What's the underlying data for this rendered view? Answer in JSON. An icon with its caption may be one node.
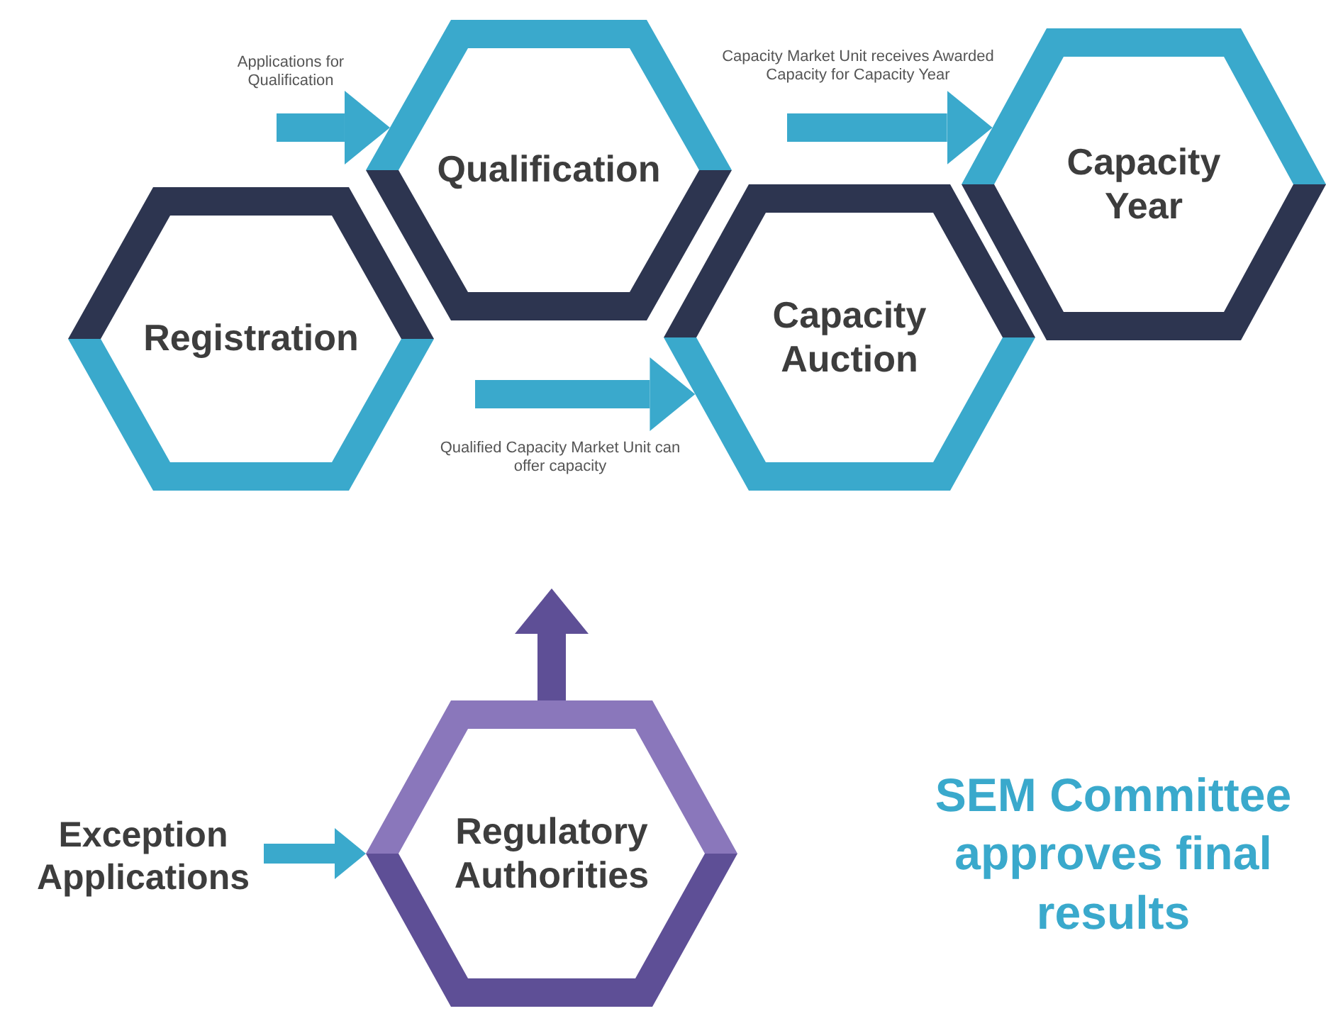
{
  "diagram": {
    "nodes": [
      {
        "text": [
          "Registration"
        ]
      },
      {
        "text": [
          "Qualification"
        ]
      },
      {
        "text": [
          "Capacity Auction"
        ]
      },
      {
        "text": [
          "Capacity Year"
        ]
      },
      {
        "text": [
          "Exception Applications"
        ]
      },
      {
        "text": [
          "Regulatory Authorities"
        ]
      }
    ],
    "edges": [
      {
        "from": null,
        "to": 1,
        "arrow": "to",
        "label": "Applications for Qualification"
      },
      {
        "from": null,
        "to": 2,
        "arrow": "to",
        "label": "Qualified Capacity Market Unit can offer capacity"
      },
      {
        "from": null,
        "to": 3,
        "arrow": "to",
        "label": "Capacity Market Unit receives Awarded Capacity for Capacity Year"
      },
      {
        "from": 4,
        "to": 5,
        "arrow": "to"
      },
      {
        "from": 5,
        "to": null,
        "arrow": "to",
        "color": "#5e4f96"
      }
    ],
    "labels": [
      "SEM Committee approves final results"
    ]
  }
}
